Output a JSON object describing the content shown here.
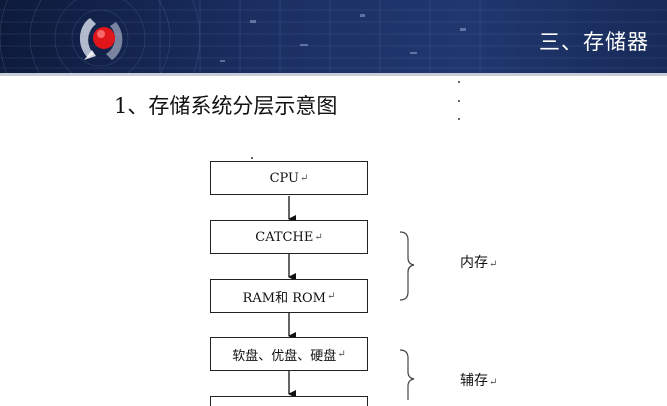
{
  "header": {
    "section_title": "三、存储器"
  },
  "heading": "1、存储系统分层示意图",
  "diagram": {
    "levels": [
      {
        "label": "CPU"
      },
      {
        "label": "CATCHE"
      },
      {
        "label": "RAM和 ROM"
      },
      {
        "label": "软盘、优盘、硬盘"
      },
      {
        "label": ""
      }
    ],
    "groups": [
      {
        "label": "内存"
      },
      {
        "label": "辅存"
      }
    ],
    "paragraph_mark": "↵"
  },
  "colors": {
    "banner": "#1b2f63",
    "logo_red": "#e0161b"
  }
}
